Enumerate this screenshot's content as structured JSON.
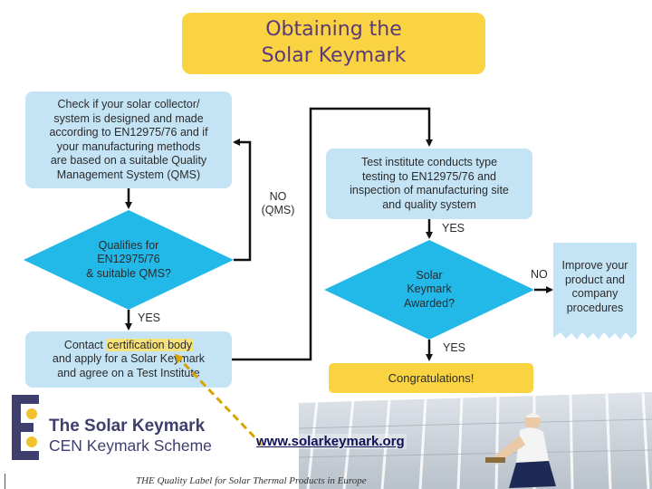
{
  "title": {
    "line1": "Obtaining the",
    "line2": "Solar Keymark"
  },
  "flow": {
    "check": {
      "lines": [
        "Check if your solar collector/",
        "system is designed and made",
        "according to EN12975/76 and if",
        "your manufacturing methods",
        "are based on a suitable Quality",
        "Management System (QMS)"
      ]
    },
    "qualifies": {
      "lines": [
        "Qualifies for",
        "EN12975/76",
        "& suitable QMS?"
      ]
    },
    "no_qms": {
      "line1": "NO",
      "line2": "(QMS)"
    },
    "yes_1": "YES",
    "contact": {
      "pre": "Contact ",
      "highlight": "certification body",
      "line2": "and apply for a Solar Keymark",
      "line3": "and agree on a Test Institute"
    },
    "test": {
      "lines": [
        "Test institute conducts type",
        "testing to EN12975/76 and",
        "inspection of manufacturing site",
        "and quality system"
      ]
    },
    "yes_2": "YES",
    "awarded": {
      "lines": [
        "Solar",
        "Keymark",
        "Awarded?"
      ]
    },
    "no_2": "NO",
    "improve": {
      "lines": [
        "Improve your",
        "product and",
        "company",
        "procedures"
      ]
    },
    "yes_3": "YES",
    "congrats": "Congratulations!"
  },
  "footer": {
    "brand_name": "The Solar Keymark",
    "brand_scheme": "CEN Keymark Scheme",
    "url": "www.solarkeymark.org",
    "tagline": "THE Quality Label for Solar Thermal Products in Europe"
  },
  "colors": {
    "yellow": "#f9d342",
    "light_blue": "#c4e4f6",
    "diamond_blue": "#22b8e8",
    "title_text": "#5a3a7a",
    "dash_arrow": "#d9a400",
    "brand_navy": "#3f3f6e"
  }
}
